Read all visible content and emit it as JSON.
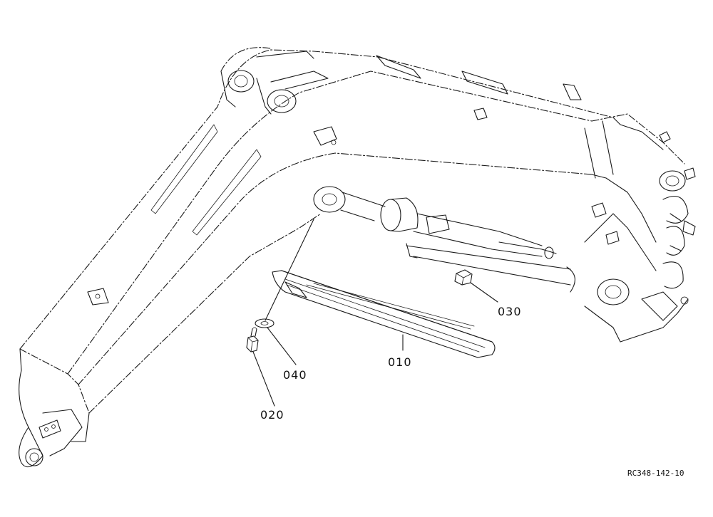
{
  "diagram": {
    "drawing_ref": "RC348-142-10",
    "callouts": [
      {
        "id": "010",
        "label": "010"
      },
      {
        "id": "020",
        "label": "020"
      },
      {
        "id": "030",
        "label": "030"
      },
      {
        "id": "040",
        "label": "040"
      }
    ]
  }
}
